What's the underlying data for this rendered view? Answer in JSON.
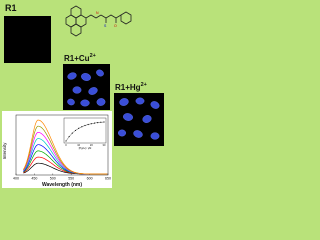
{
  "labels": {
    "r1": "R1",
    "cu_base": "R1+Cu",
    "cu_charge": "2+",
    "hg_base": "R1+Hg",
    "hg_charge": "2+"
  },
  "panels": {
    "r1": "black fluorescence image",
    "cu": "fluorescence image with blue cells",
    "hg": "fluorescence image with blue cells"
  },
  "colors": {
    "background": "#b9e27a",
    "cell": "#3a4ed8"
  },
  "chart_data": {
    "type": "line",
    "xlabel": "Wavelength (nm)",
    "ylabel": "Intensity",
    "x_ticks": [
      400,
      450,
      500,
      550,
      600,
      650
    ],
    "xlim": [
      400,
      650
    ],
    "series_colors": [
      "#000000",
      "#ff0000",
      "#00aa00",
      "#0000ff",
      "#00c8c8",
      "#ff00ff",
      "#999900",
      "#ff8800"
    ],
    "peak_wavelength": 460,
    "inset": {
      "type": "line",
      "x_ticks": [
        0,
        10,
        20,
        30
      ],
      "xlabel": "[Hg2+] / μM",
      "ylabel": "Intensity"
    }
  }
}
